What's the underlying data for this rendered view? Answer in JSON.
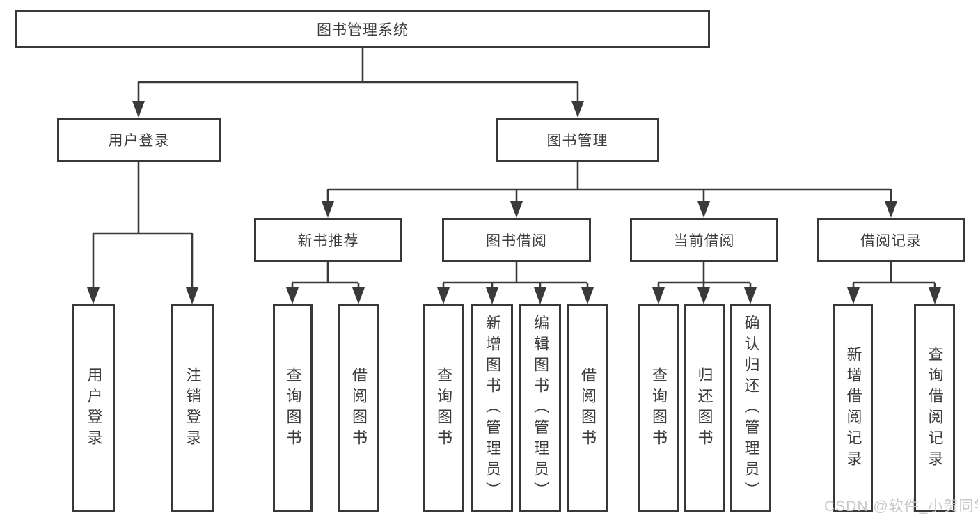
{
  "colors": {
    "line": "#3a3a3a",
    "box_border": "#383838",
    "text": "#3c3c3c",
    "background": "#ffffff",
    "watermark": "#c5c5c5"
  },
  "watermark": "CSDN @软件_小贺同学",
  "tree": {
    "label": "图书管理系统",
    "children": [
      {
        "label": "用户登录",
        "children": [
          {
            "label": "用户登录"
          },
          {
            "label": "注销登录"
          }
        ]
      },
      {
        "label": "图书管理",
        "children": [
          {
            "label": "新书推荐",
            "children": [
              {
                "label": "查询图书"
              },
              {
                "label": "借阅图书"
              }
            ]
          },
          {
            "label": "图书借阅",
            "children": [
              {
                "label": "查询图书"
              },
              {
                "label": "新增图书（管理员）"
              },
              {
                "label": "编辑图书（管理员）"
              },
              {
                "label": "借阅图书"
              }
            ]
          },
          {
            "label": "当前借阅",
            "children": [
              {
                "label": "查询图书"
              },
              {
                "label": "归还图书"
              },
              {
                "label": "确认归还（管理员）"
              }
            ]
          },
          {
            "label": "借阅记录",
            "children": [
              {
                "label": "新增借阅记录"
              },
              {
                "label": "查询借阅记录"
              }
            ]
          }
        ]
      }
    ]
  }
}
